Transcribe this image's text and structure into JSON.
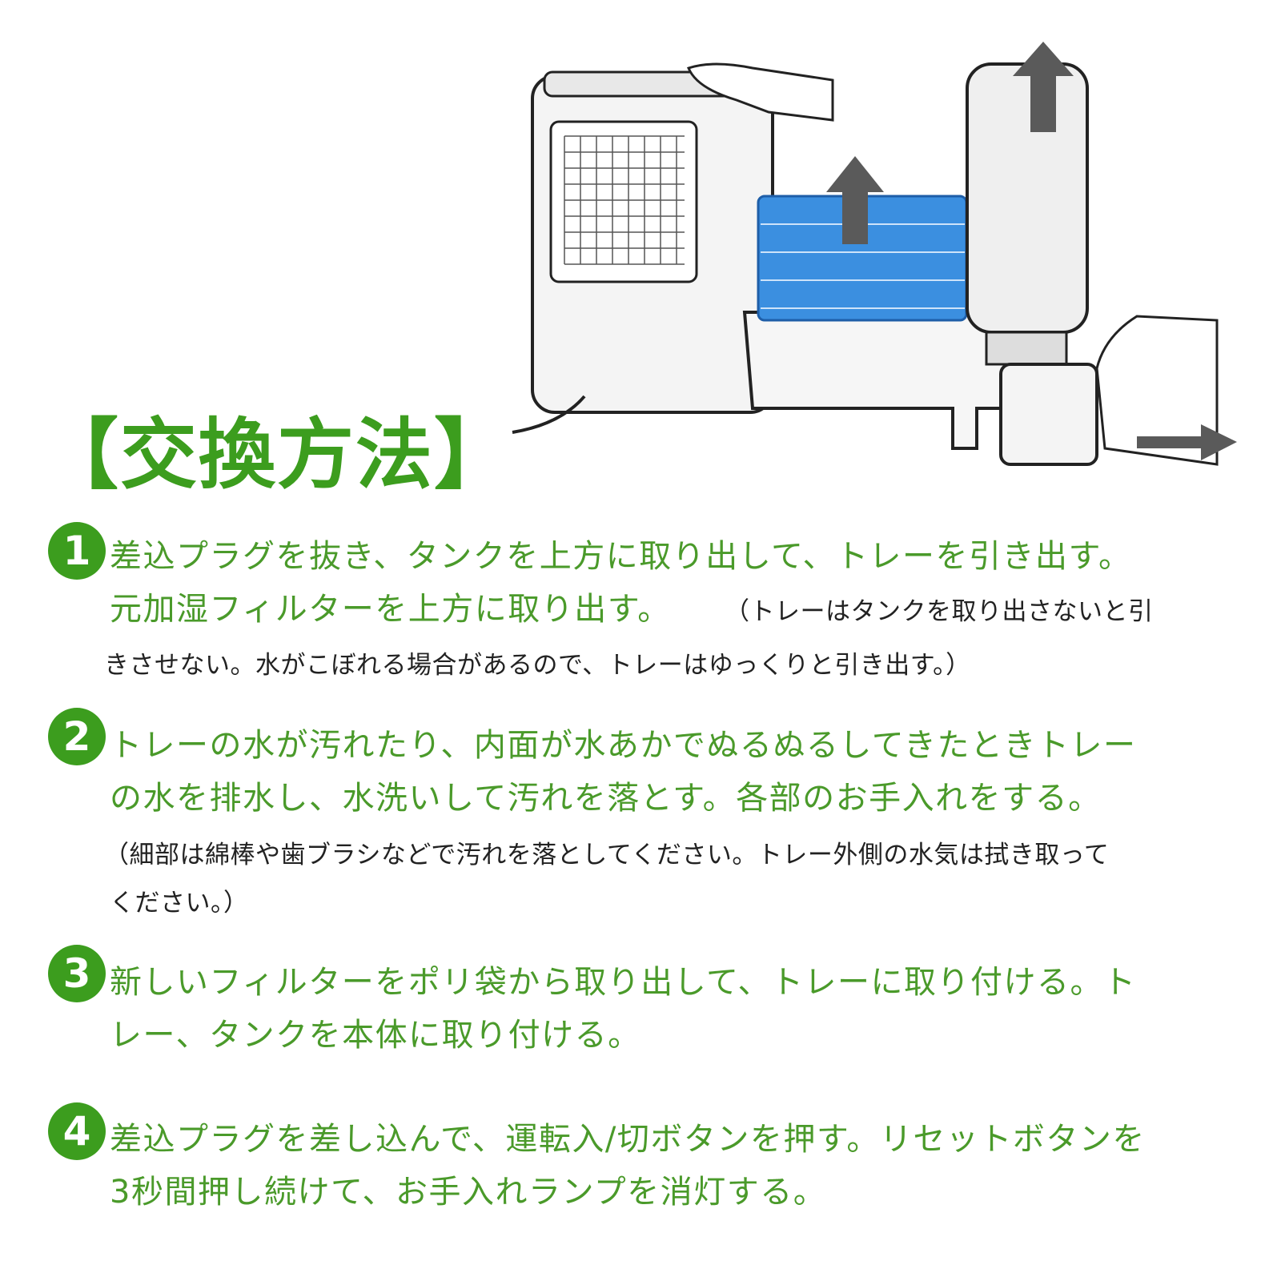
{
  "title": "【交換方法】",
  "steps": [
    {
      "number": "1",
      "lines": [
        "差込プラグを抜き、タンクを上方に取り出して、トレーを引き出す。",
        "元加湿フィルターを上方に取り出す。"
      ],
      "note": [
        "（トレーはタンクを取り出さないと引",
        "きさせない。水がこぼれる場合があるので、トレーはゆっくりと引き出す。）"
      ]
    },
    {
      "number": "2",
      "lines": [
        "トレーの水が汚れたり、内面が水あかでぬるぬるしてきたときトレー",
        "の水を排水し、水洗いして汚れを落とす。各部のお手入れをする。"
      ],
      "note": [
        "（細部は綿棒や歯ブラシなどで汚れを落としてください。トレー外側の水気は拭き取って",
        "ください。）"
      ]
    },
    {
      "number": "3",
      "lines": [
        "新しいフィルターをポリ袋から取り出して、トレーに取り付ける。ト",
        "レー、タンクを本体に取り付ける。"
      ]
    },
    {
      "number": "4",
      "lines": [
        "差込プラグを差し込んで、運転入/切ボタンを押す。リセットボタンを",
        "3秒間押し続けて、お手入れランプを消灯する。"
      ]
    }
  ],
  "colors": {
    "accent": "#3c9d1e",
    "text_green": "#4a9a2a",
    "filter_blue": "#3b8fe0",
    "arrow_gray": "#5a5a5a"
  }
}
